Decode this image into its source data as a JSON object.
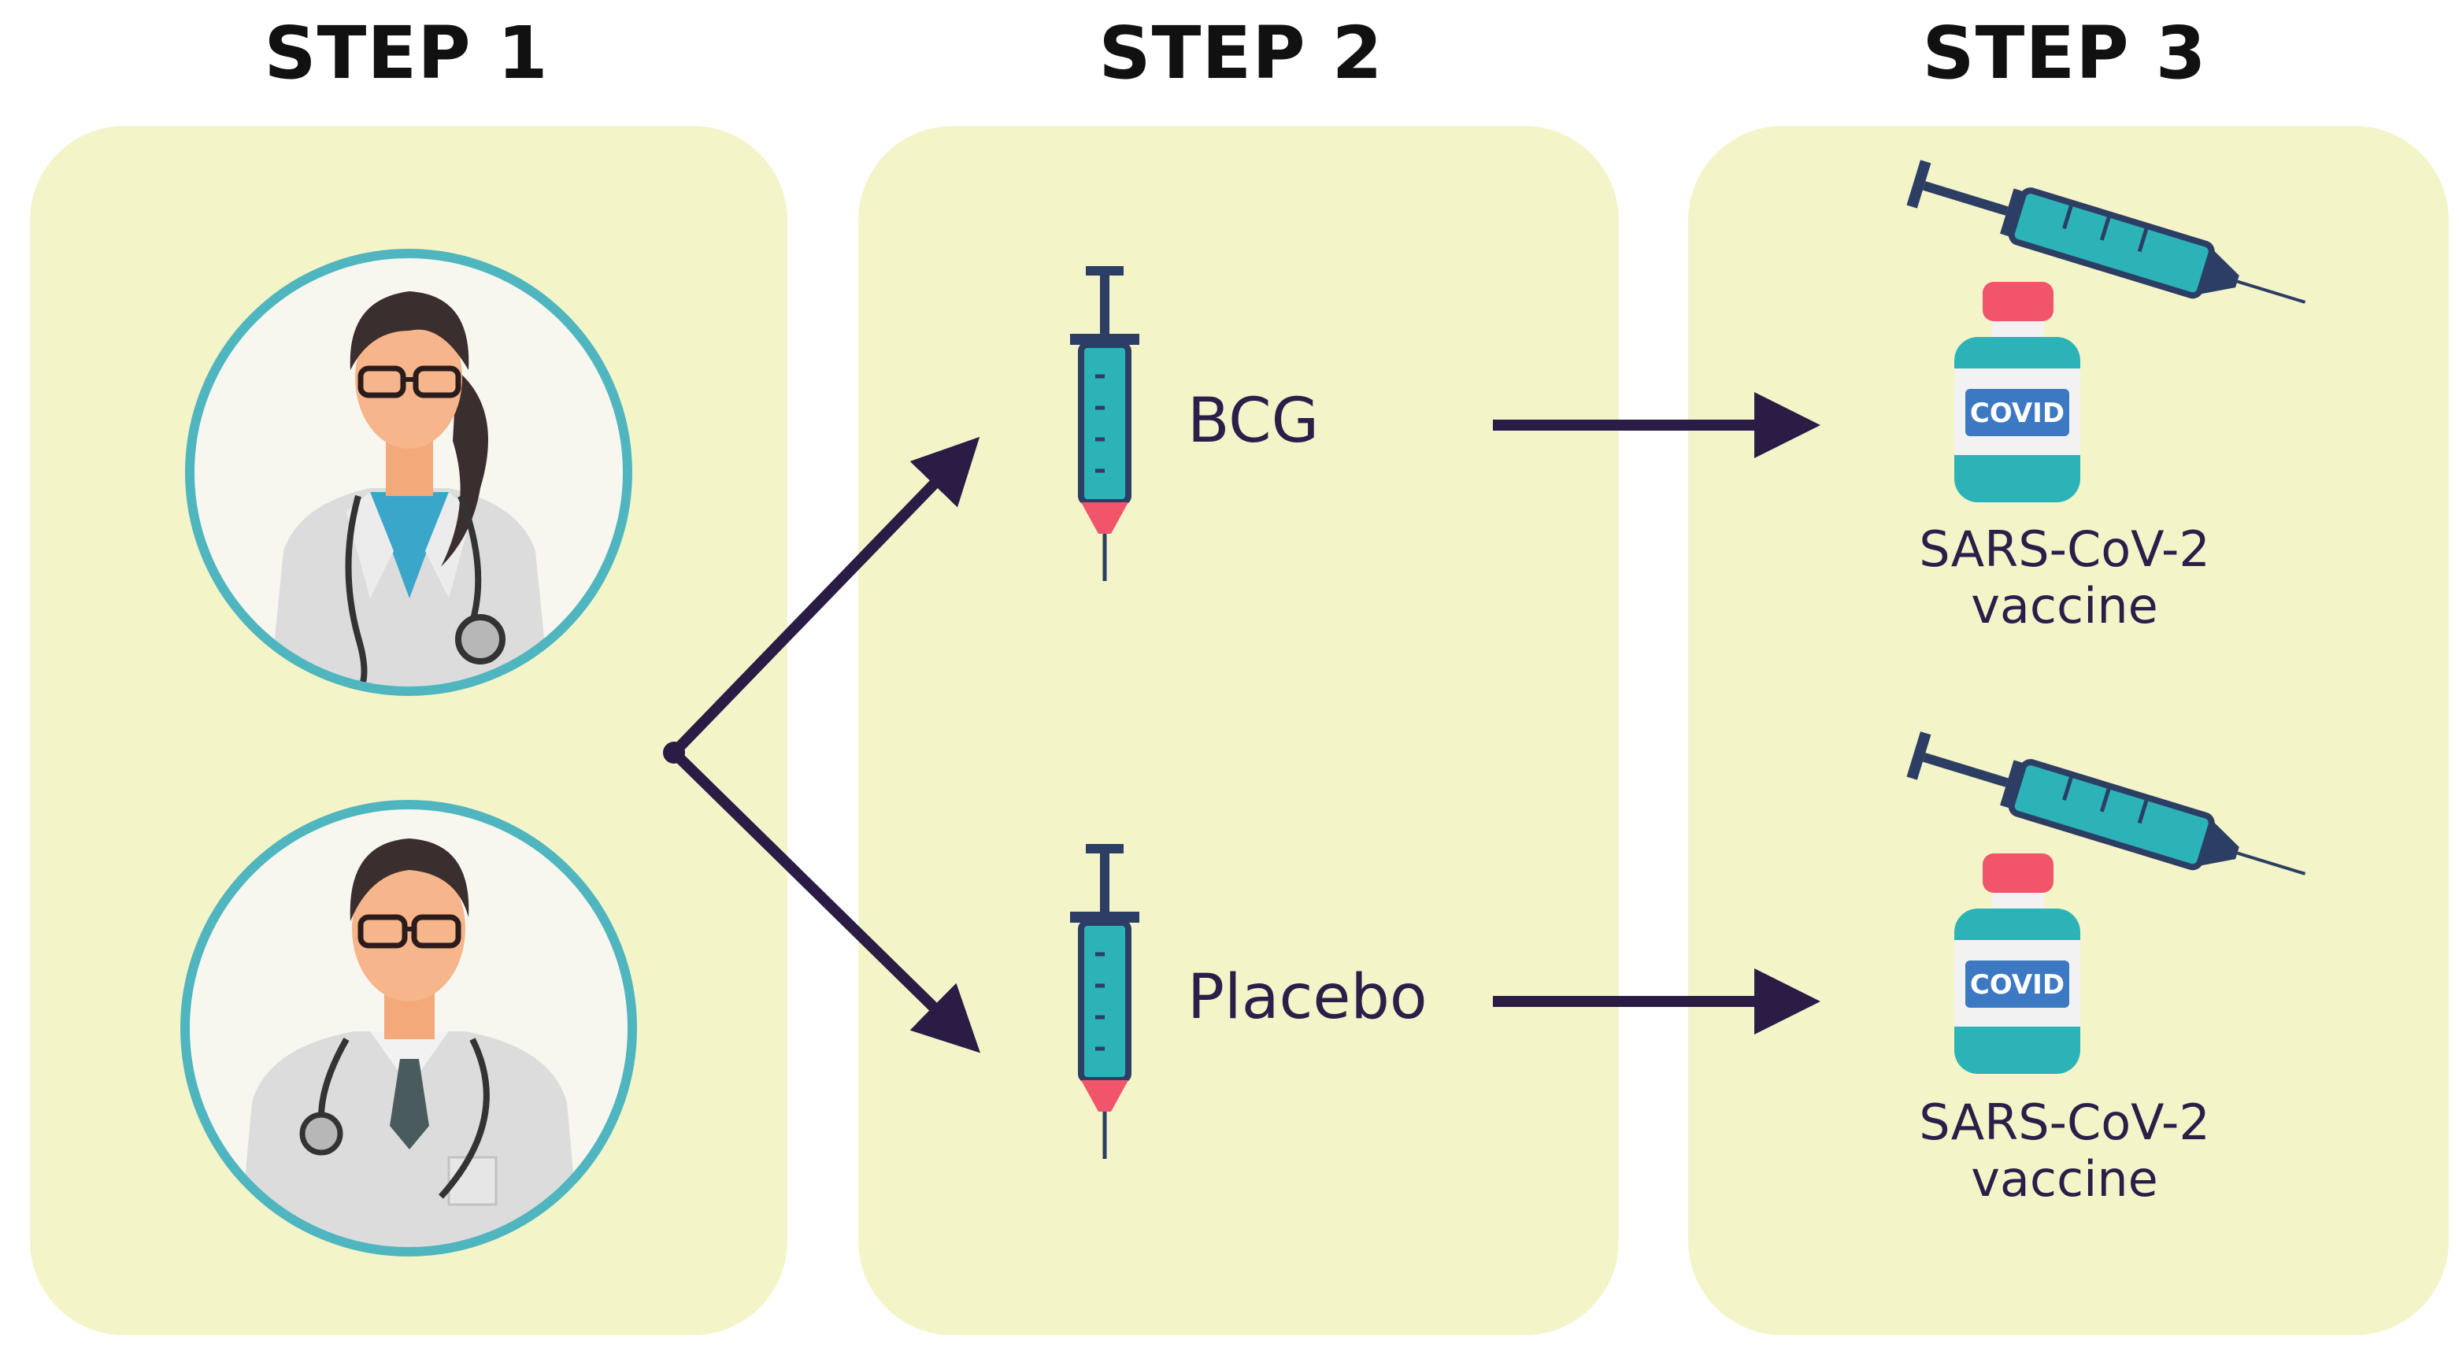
{
  "steps": [
    {
      "title": "STEP 1"
    },
    {
      "title": "STEP 2"
    },
    {
      "title": "STEP 3"
    }
  ],
  "arms": [
    {
      "treatment": "BCG",
      "vaccine_line1": "SARS-CoV-2",
      "vaccine_line2": "vaccine",
      "vial_label": "COVID"
    },
    {
      "treatment": "Placebo",
      "vaccine_line1": "SARS-CoV-2",
      "vaccine_line2": "vaccine",
      "vial_label": "COVID"
    }
  ],
  "colors": {
    "panel": "#f4f4c9",
    "circle_ring": "#4fb6bf",
    "arrow": "#2a1c45",
    "syringe_body": "#2bb3b8",
    "syringe_dark": "#2c3e63",
    "needle_tip": "#f0556b",
    "vial_cap": "#f0556b",
    "vial_label": "#3d78c2",
    "coat": "#dcdcdc",
    "skin": "#f6b58a"
  }
}
